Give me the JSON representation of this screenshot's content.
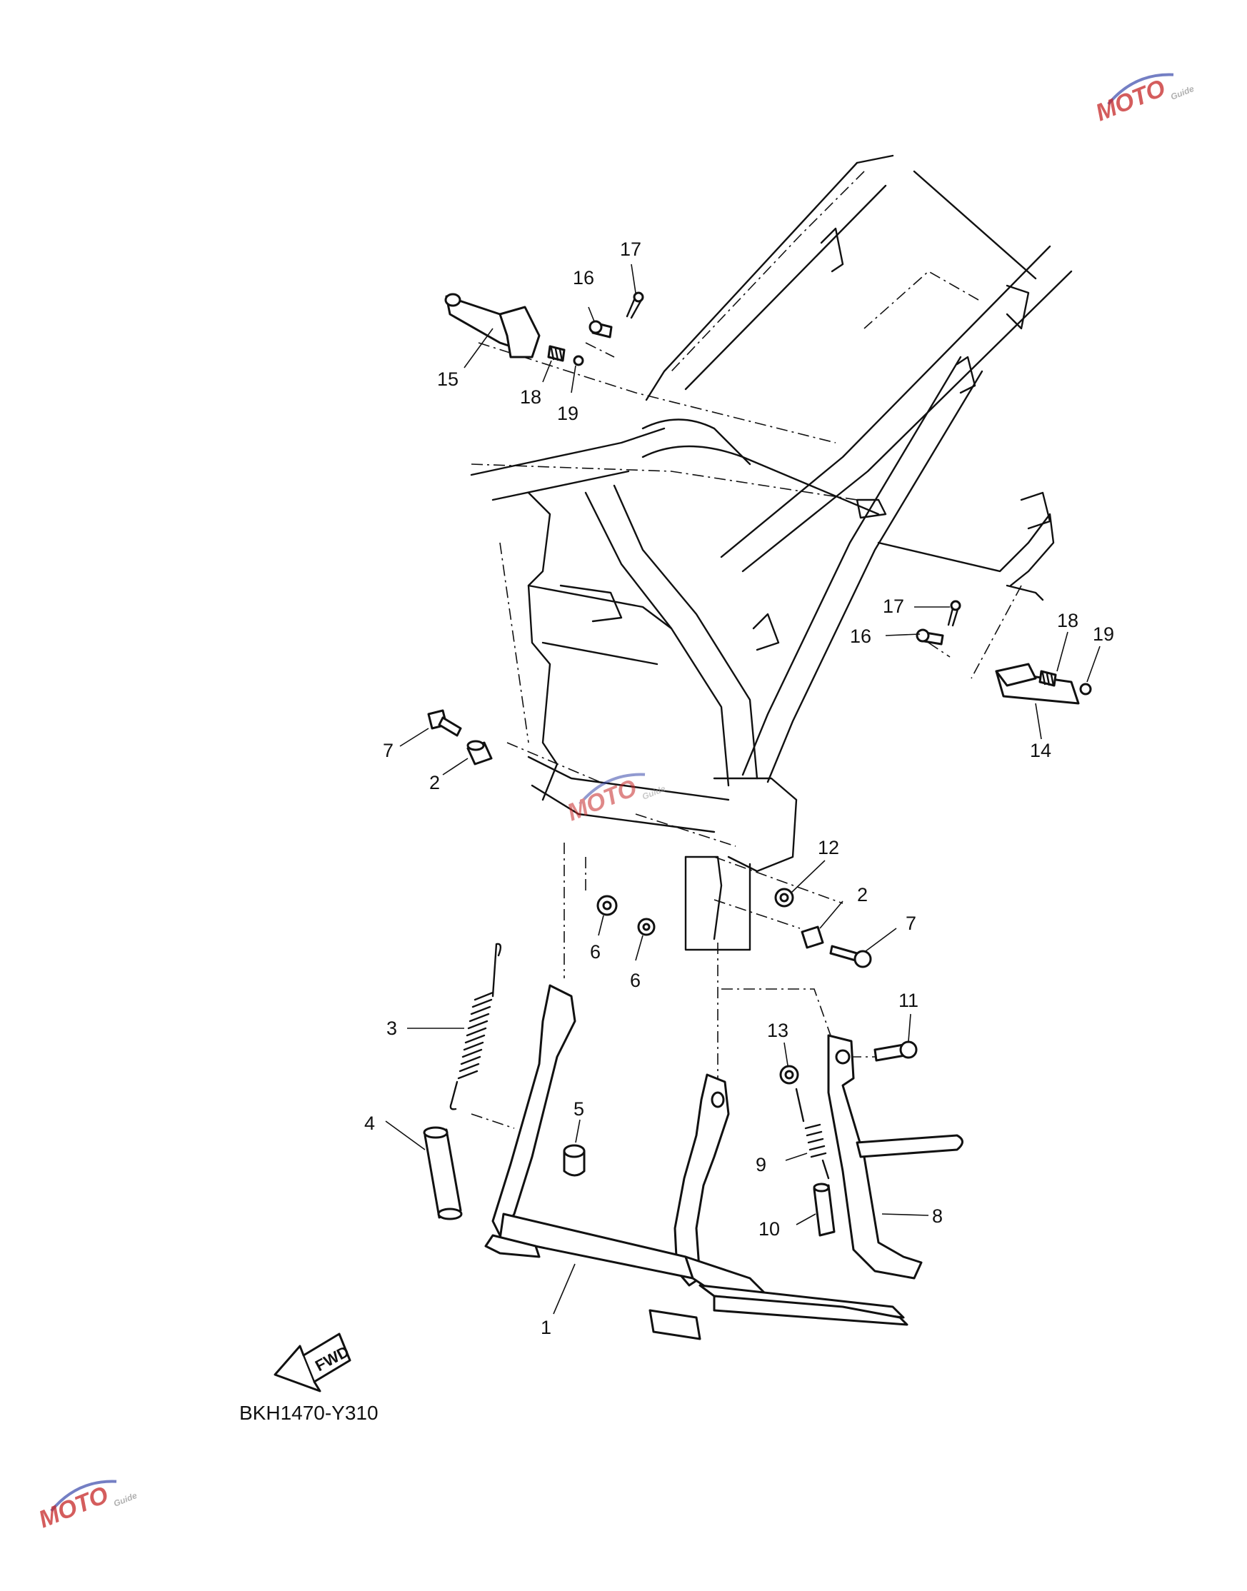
{
  "diagram": {
    "drawing_code": "BKH1470-Y310",
    "fwd_label": "FWD",
    "watermark": {
      "text": "MOTO",
      "subtext": "Guide",
      "colors": {
        "primary": "#c62828",
        "secondary": "#9e9e9e",
        "swoosh": "#3949ab"
      }
    },
    "callouts": [
      {
        "id": "c15",
        "label": "15"
      },
      {
        "id": "c16a",
        "label": "16"
      },
      {
        "id": "c17a",
        "label": "17"
      },
      {
        "id": "c18a",
        "label": "18"
      },
      {
        "id": "c19a",
        "label": "19"
      },
      {
        "id": "c17b",
        "label": "17"
      },
      {
        "id": "c16b",
        "label": "16"
      },
      {
        "id": "c18b",
        "label": "18"
      },
      {
        "id": "c19b",
        "label": "19"
      },
      {
        "id": "c14",
        "label": "14"
      },
      {
        "id": "c7a",
        "label": "7"
      },
      {
        "id": "c2a",
        "label": "2"
      },
      {
        "id": "c12",
        "label": "12"
      },
      {
        "id": "c2b",
        "label": "2"
      },
      {
        "id": "c7b",
        "label": "7"
      },
      {
        "id": "c6a",
        "label": "6"
      },
      {
        "id": "c6b",
        "label": "6"
      },
      {
        "id": "c3",
        "label": "3"
      },
      {
        "id": "c11",
        "label": "11"
      },
      {
        "id": "c13",
        "label": "13"
      },
      {
        "id": "c4",
        "label": "4"
      },
      {
        "id": "c5",
        "label": "5"
      },
      {
        "id": "c9",
        "label": "9"
      },
      {
        "id": "c10",
        "label": "10"
      },
      {
        "id": "c8",
        "label": "8"
      },
      {
        "id": "c1",
        "label": "1"
      }
    ]
  }
}
